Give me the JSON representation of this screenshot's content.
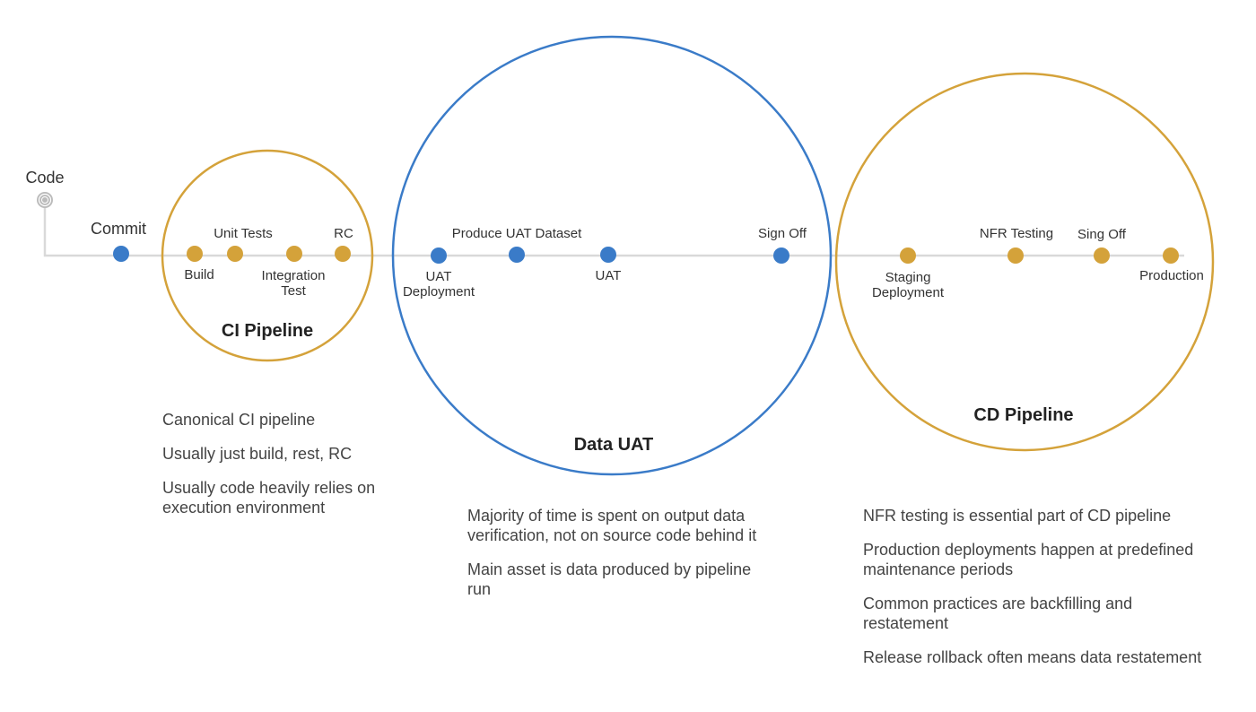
{
  "colors": {
    "ci": "#D4A23A",
    "uat": "#3A7BC8",
    "cd": "#D4A23A",
    "line": "#D9D9D9",
    "code": "#AAAAAA"
  },
  "start": {
    "label": "Code",
    "icon": "code-node-icon"
  },
  "commit": {
    "label": "Commit"
  },
  "ci": {
    "title": "CI Pipeline",
    "steps": [
      {
        "label": "Build"
      },
      {
        "label": "Unit Tests"
      },
      {
        "label": "Integration",
        "label2": "Test"
      },
      {
        "label": "RC"
      }
    ],
    "notes": [
      "Canonical CI pipeline",
      "Usually just build, rest, RC",
      "Usually code heavily relies on execution  environment"
    ]
  },
  "uat": {
    "title": "Data UAT",
    "steps": [
      {
        "label": "UAT",
        "label2": "Deployment"
      },
      {
        "label": "Produce UAT Dataset"
      },
      {
        "label": "UAT"
      },
      {
        "label": "Sign Off"
      }
    ],
    "notes": [
      "Majority of time is spent on output data verification, not on source code behind it",
      "Main asset is data produced by pipeline run"
    ]
  },
  "cd": {
    "title": "CD Pipeline",
    "steps": [
      {
        "label": "Staging",
        "label2": "Deployment"
      },
      {
        "label": "NFR Testing"
      },
      {
        "label": "Sing Off"
      },
      {
        "label": "Production"
      }
    ],
    "notes": [
      "NFR testing is essential part of CD pipeline",
      "Production deployments happen at predefined maintenance periods",
      "Common practices are backfilling and restatement",
      "Release rollback often means data restatement"
    ]
  }
}
